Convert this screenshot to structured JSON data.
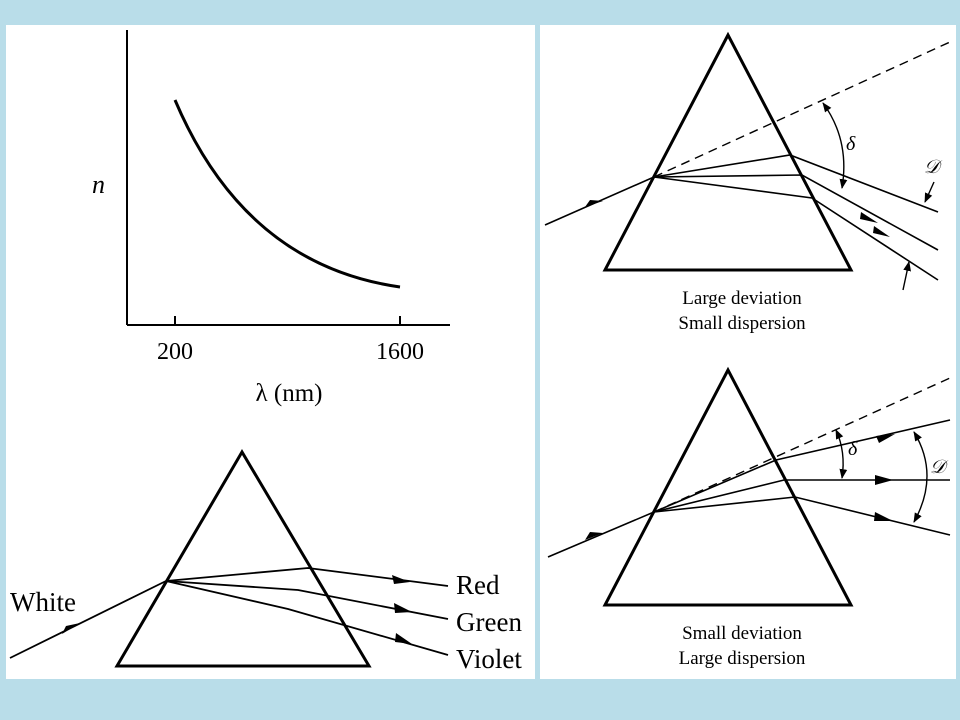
{
  "dispersion_graph": {
    "y_label": "n",
    "x_label": "λ (nm)",
    "x_ticks": [
      "200",
      "1600"
    ]
  },
  "white_light_prism": {
    "input_label": "White",
    "output_labels": [
      "Red",
      "Green",
      "Violet"
    ]
  },
  "prism_top": {
    "delta_symbol": "δ",
    "dispersion_symbol": "𝒟",
    "caption_line1": "Large deviation",
    "caption_line2": "Small dispersion"
  },
  "prism_bottom": {
    "delta_symbol": "δ",
    "dispersion_symbol": "𝒟",
    "caption_line1": "Small deviation",
    "caption_line2": "Large dispersion"
  },
  "colors": {
    "background": "#b9dde9",
    "panel": "#ffffff",
    "ink": "#000000"
  }
}
